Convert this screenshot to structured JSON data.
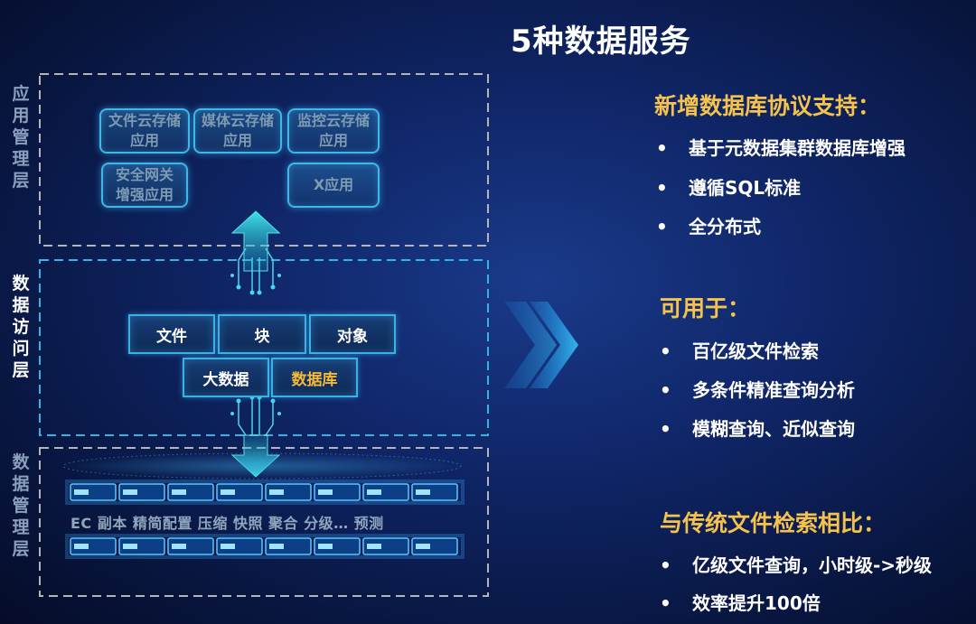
{
  "title": "5种数据服务",
  "layers": {
    "app_label": "应用管理层",
    "access_label": "数据访问层",
    "mgmt_label": "数据管理层"
  },
  "apps": {
    "file_cloud": [
      "文件云存储",
      "应用"
    ],
    "media_cloud": [
      "媒体云存储",
      "应用"
    ],
    "monitor_cloud": [
      "监控云存储",
      "应用"
    ],
    "security_gw": [
      "安全网关",
      "增强应用"
    ],
    "x_app": "X应用"
  },
  "services": {
    "file": "文件",
    "block": "块",
    "object": "对象",
    "bigdata": "大数据",
    "database": "数据库"
  },
  "mgmt_features": "EC  副本  精简配置  压缩  快照  聚合  分级…  预测",
  "sections": [
    {
      "heading": "新增数据库协议支持：",
      "bullets": [
        "基于元数据集群数据库增强",
        "遵循SQL标准",
        "全分布式"
      ]
    },
    {
      "heading": "可用于：",
      "bullets": [
        "百亿级文件检索",
        "多条件精准查询分析",
        "模糊查询、近似查询"
      ]
    },
    {
      "heading": "与传统文件检索相比：",
      "bullets": [
        "亿级文件查询，小时级->秒级",
        "效率提升100倍"
      ]
    }
  ],
  "bullet_symbol": "•",
  "colors": {
    "accent_yellow": "#f4c24d",
    "cyan_border": "#3ab2e4",
    "dashed_gray": "#b5b5b5",
    "dashed_cyan": "#34b4e6"
  }
}
